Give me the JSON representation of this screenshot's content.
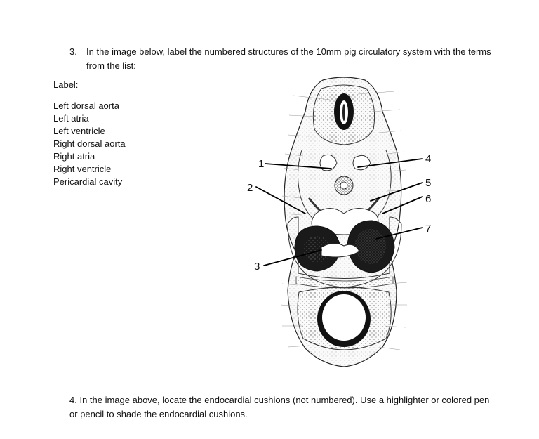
{
  "question3": {
    "number": "3.",
    "text": "In the image below, label the numbered structures of the 10mm pig circulatory system with the terms from the list:"
  },
  "label_heading": "Label:",
  "labels": [
    "Left dorsal aorta",
    "Left atria",
    "Left ventricle",
    "Right dorsal aorta",
    "Right atria",
    "Right ventricle",
    "Pericardial cavity"
  ],
  "figure_numbers": [
    "1",
    "2",
    "3",
    "4",
    "5",
    "6",
    "7"
  ],
  "question4": {
    "text": "4. In the image above, locate the endocardial cushions (not numbered). Use a highlighter or colored pen or pencil to shade the endocardial cushions."
  }
}
